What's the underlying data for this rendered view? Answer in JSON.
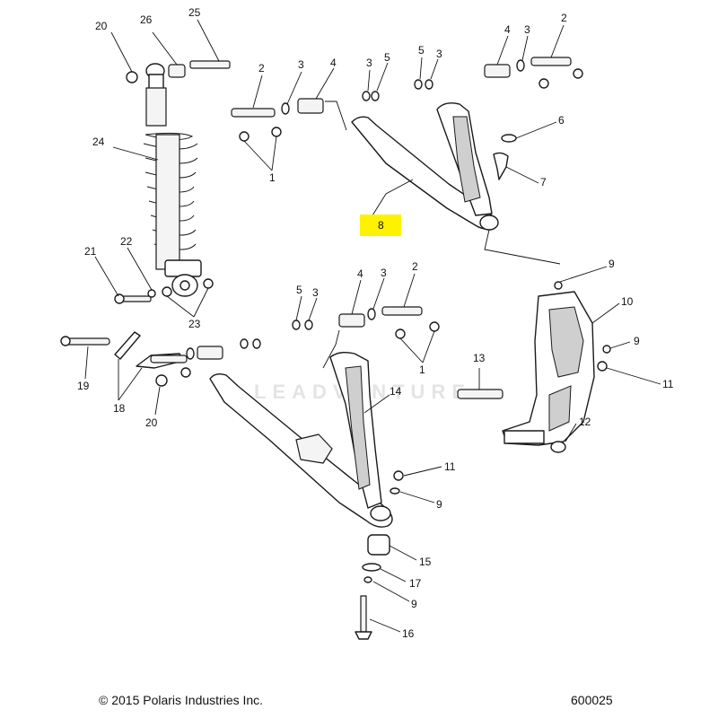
{
  "highlight_color": "#fff200",
  "watermark": "LEADVENTURE",
  "footer": {
    "copyright": "© 2015 Polaris Industries Inc.",
    "figure_number": "600025"
  },
  "callouts": [
    {
      "id": "c20a",
      "label": "20"
    },
    {
      "id": "c26",
      "label": "26"
    },
    {
      "id": "c25",
      "label": "25"
    },
    {
      "id": "c2a",
      "label": "2"
    },
    {
      "id": "c3a",
      "label": "3"
    },
    {
      "id": "c4a",
      "label": "4"
    },
    {
      "id": "c3b",
      "label": "3"
    },
    {
      "id": "c5a",
      "label": "5"
    },
    {
      "id": "c5b",
      "label": "5"
    },
    {
      "id": "c3c",
      "label": "3"
    },
    {
      "id": "c4b",
      "label": "4"
    },
    {
      "id": "c3d",
      "label": "3"
    },
    {
      "id": "c2b",
      "label": "2"
    },
    {
      "id": "c6",
      "label": "6"
    },
    {
      "id": "c7",
      "label": "7"
    },
    {
      "id": "c8",
      "label": "8"
    },
    {
      "id": "c1a",
      "label": "1"
    },
    {
      "id": "c24",
      "label": "24"
    },
    {
      "id": "c21",
      "label": "21"
    },
    {
      "id": "c22",
      "label": "22"
    },
    {
      "id": "c23",
      "label": "23"
    },
    {
      "id": "c9a",
      "label": "9"
    },
    {
      "id": "c10",
      "label": "10"
    },
    {
      "id": "c9b",
      "label": "9"
    },
    {
      "id": "c11a",
      "label": "11"
    },
    {
      "id": "c5c",
      "label": "5"
    },
    {
      "id": "c3e",
      "label": "3"
    },
    {
      "id": "c4c",
      "label": "4"
    },
    {
      "id": "c3f",
      "label": "3"
    },
    {
      "id": "c2c",
      "label": "2"
    },
    {
      "id": "c1b",
      "label": "1"
    },
    {
      "id": "c19",
      "label": "19"
    },
    {
      "id": "c18",
      "label": "18"
    },
    {
      "id": "c20b",
      "label": "20"
    },
    {
      "id": "c13",
      "label": "13"
    },
    {
      "id": "c14",
      "label": "14"
    },
    {
      "id": "c12",
      "label": "12"
    },
    {
      "id": "c11b",
      "label": "11"
    },
    {
      "id": "c9c",
      "label": "9"
    },
    {
      "id": "c15",
      "label": "15"
    },
    {
      "id": "c17",
      "label": "17"
    },
    {
      "id": "c9d",
      "label": "9"
    },
    {
      "id": "c16",
      "label": "16"
    }
  ]
}
